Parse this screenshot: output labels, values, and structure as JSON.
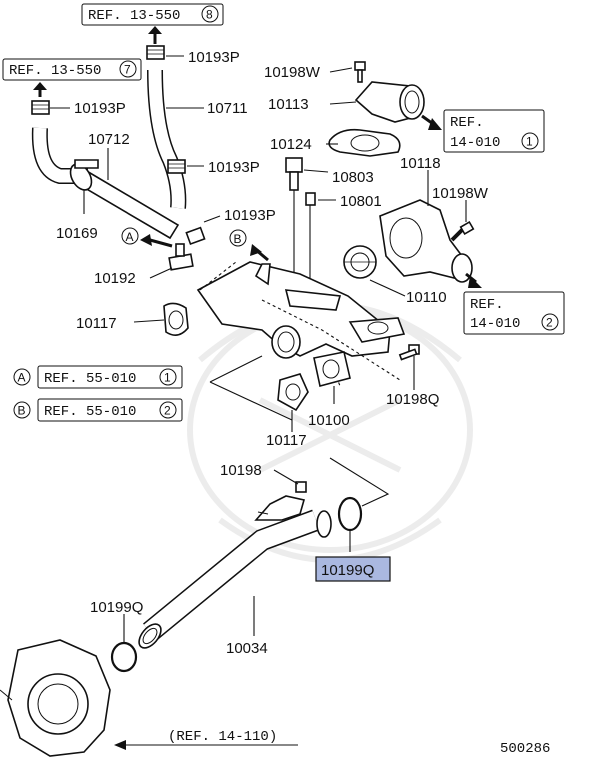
{
  "refs": {
    "r1": "REF. 13-550",
    "r1_num": "8",
    "r2": "REF. 13-550",
    "r2_num": "7",
    "r3": "REF.",
    "r3b": "14-010",
    "r3_num": "1",
    "r4": "REF.",
    "r4b": "14-010",
    "r4_num": "2",
    "rA": "REF. 55-010",
    "rA_num": "1",
    "rB": "REF. 55-010",
    "rB_num": "2",
    "r_bottom": "(REF. 14-110)"
  },
  "markers": {
    "a": "A",
    "b": "B"
  },
  "parts": {
    "p10193P_a": "10193P",
    "p10193P_b": "10193P",
    "p10193P_c": "10193P",
    "p10193P_d": "10193P",
    "p10198W_a": "10198W",
    "p10198W_b": "10198W",
    "p10711": "10711",
    "p10113": "10113",
    "p10712": "10712",
    "p10124": "10124",
    "p10803": "10803",
    "p10118": "10118",
    "p10801": "10801",
    "p10169": "10169",
    "p10192": "10192",
    "p10110": "10110",
    "p10117_a": "10117",
    "p10117_b": "10117",
    "p10198Q_a": "10198Q",
    "p10100": "10100",
    "p10198": "10198",
    "p10199Q_highlight": "10199Q",
    "p10199Q_b": "10199Q",
    "p10034": "10034"
  },
  "diagram_id": "500286",
  "colors": {
    "highlight": "#aab8e0",
    "ink": "#111111"
  }
}
